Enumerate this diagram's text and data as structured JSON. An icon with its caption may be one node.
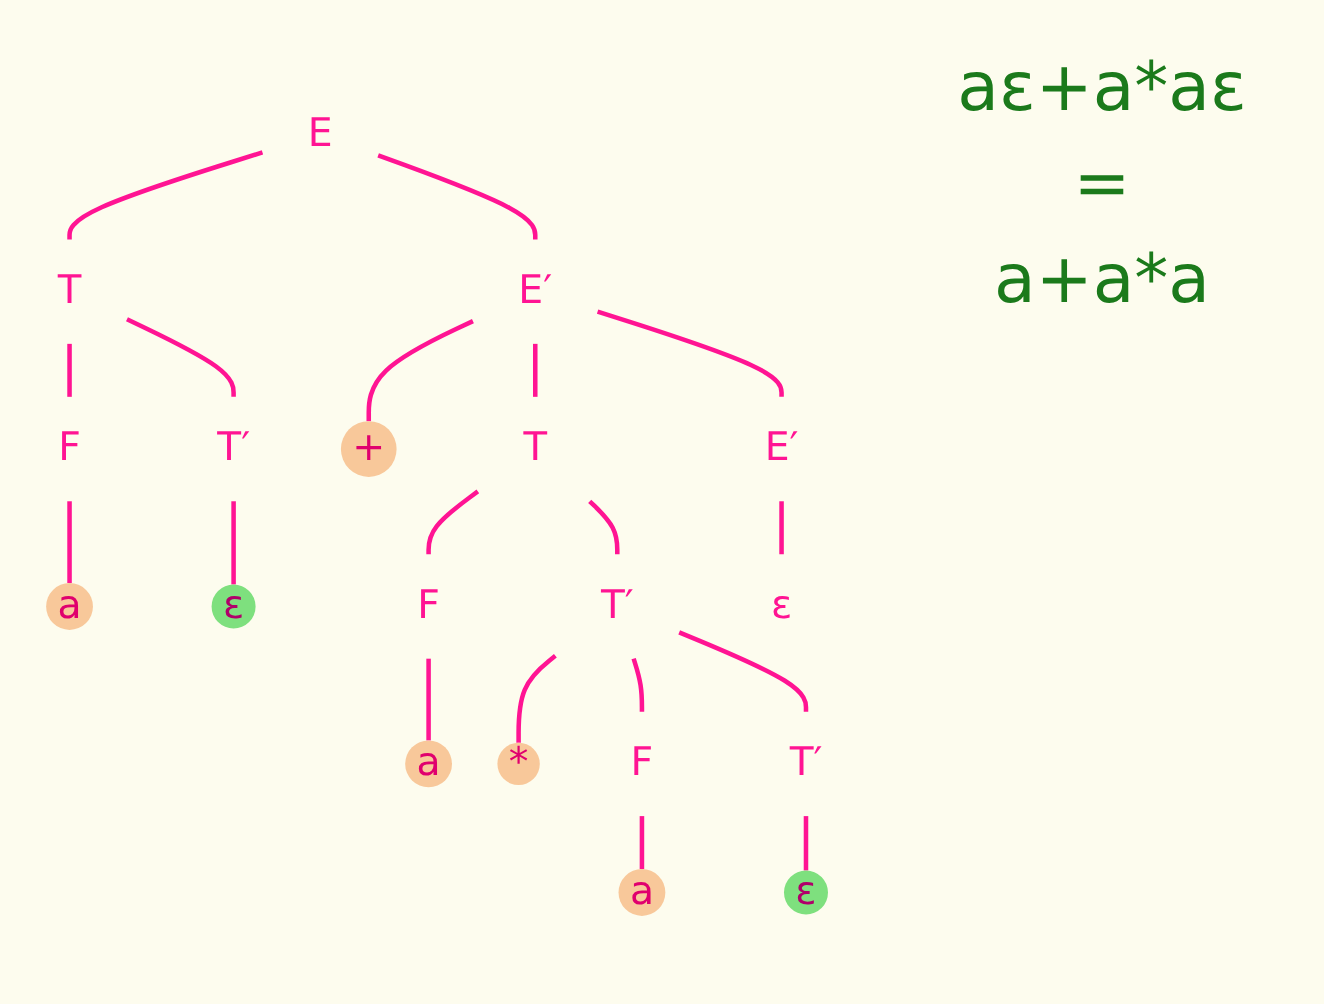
{
  "diagram": {
    "nodes": [
      {
        "text": [
          "E"
        ]
      },
      {
        "text": [
          "T"
        ]
      },
      {
        "text": [
          "E′"
        ]
      },
      {
        "text": [
          "F"
        ]
      },
      {
        "text": [
          "T′"
        ]
      },
      {
        "text": [
          "+"
        ]
      },
      {
        "text": [
          "T"
        ]
      },
      {
        "text": [
          "E′"
        ]
      },
      {
        "text": [
          "a"
        ]
      },
      {
        "text": [
          "ε"
        ]
      },
      {
        "text": [
          "F"
        ]
      },
      {
        "text": [
          "T′"
        ]
      },
      {
        "text": [
          "ε"
        ]
      },
      {
        "text": [
          "a"
        ]
      },
      {
        "text": [
          "*"
        ]
      },
      {
        "text": [
          "F"
        ]
      },
      {
        "text": [
          "T′"
        ]
      },
      {
        "text": [
          "a"
        ]
      },
      {
        "text": [
          "ε"
        ]
      }
    ],
    "edges": [
      {
        "from": 0,
        "to": 1,
        "arrow": "none"
      },
      {
        "from": 0,
        "to": 2,
        "arrow": "none"
      },
      {
        "from": 1,
        "to": 3,
        "arrow": "none"
      },
      {
        "from": 1,
        "to": 4,
        "arrow": "none"
      },
      {
        "from": 2,
        "to": 5,
        "arrow": "none"
      },
      {
        "from": 2,
        "to": 6,
        "arrow": "none"
      },
      {
        "from": 2,
        "to": 7,
        "arrow": "none"
      },
      {
        "from": 3,
        "to": 8,
        "arrow": "none"
      },
      {
        "from": 4,
        "to": 9,
        "arrow": "none"
      },
      {
        "from": 6,
        "to": 10,
        "arrow": "none"
      },
      {
        "from": 6,
        "to": 11,
        "arrow": "none"
      },
      {
        "from": 7,
        "to": 12,
        "arrow": "none"
      },
      {
        "from": 10,
        "to": 13,
        "arrow": "none"
      },
      {
        "from": 11,
        "to": 14,
        "arrow": "none"
      },
      {
        "from": 11,
        "to": 15,
        "arrow": "none"
      },
      {
        "from": 11,
        "to": 16,
        "arrow": "none"
      },
      {
        "from": 15,
        "to": 17,
        "arrow": "none"
      },
      {
        "from": 16,
        "to": 18,
        "arrow": "none"
      }
    ],
    "labels": [
      "aε+a*aε",
      "=",
      "a+a*a"
    ]
  }
}
